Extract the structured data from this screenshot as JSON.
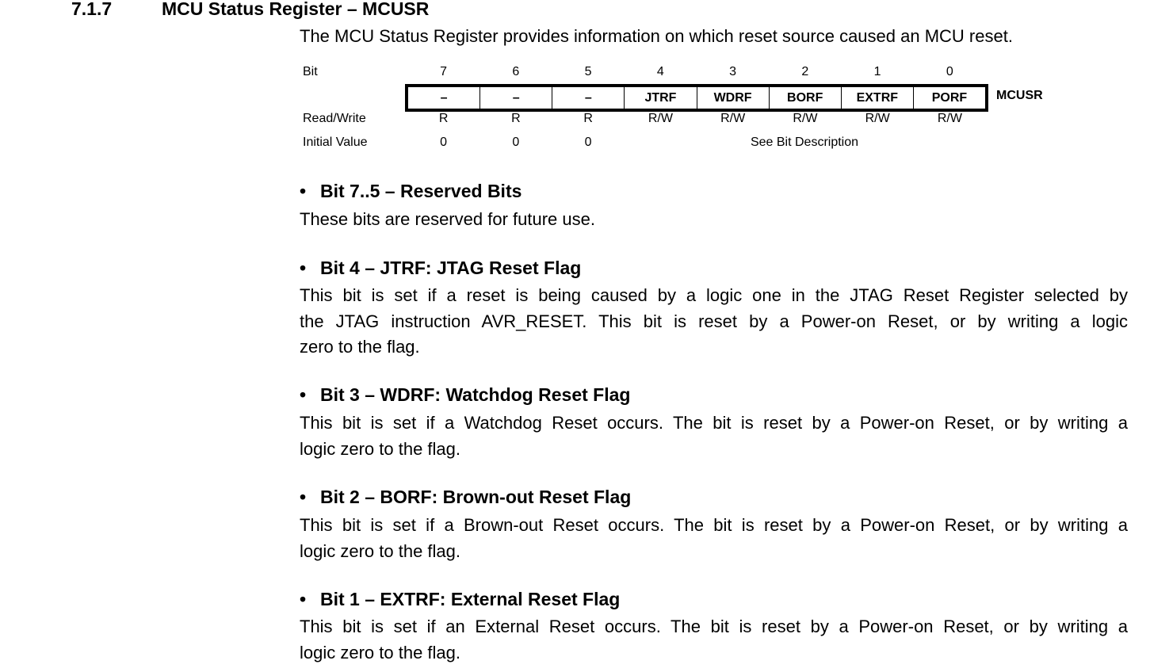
{
  "section": {
    "number": "7.1.7",
    "title": "MCU Status Register – MCUSR"
  },
  "intro": "The MCU Status Register provides information on which reset source caused an MCU reset.",
  "register": {
    "labels": {
      "bit": "Bit",
      "read_write": "Read/Write",
      "initial_value": "Initial Value"
    },
    "name": "MCUSR",
    "bit_numbers": [
      "7",
      "6",
      "5",
      "4",
      "3",
      "2",
      "1",
      "0"
    ],
    "bit_names": [
      "–",
      "–",
      "–",
      "JTRF",
      "WDRF",
      "BORF",
      "EXTRF",
      "PORF"
    ],
    "access": [
      "R",
      "R",
      "R",
      "R/W",
      "R/W",
      "R/W",
      "R/W",
      "R/W"
    ],
    "initial_values": [
      "0",
      "0",
      "0"
    ],
    "see_description": "See Bit Description"
  },
  "bullet": "•",
  "bits": [
    {
      "heading": "Bit 7..5 – Reserved Bits",
      "lines": [
        "These bits are reserved for future use."
      ]
    },
    {
      "heading": "Bit 4 – JTRF: JTAG Reset Flag",
      "lines": [
        "This bit is set if a reset is being caused by a logic one in the JTAG Reset Register selected by",
        "the JTAG instruction AVR_RESET. This bit is reset by a Power-on Reset, or by writing a logic",
        "zero to the flag."
      ]
    },
    {
      "heading": "Bit 3 – WDRF: Watchdog Reset Flag",
      "lines": [
        "This bit is set if a Watchdog Reset occurs. The bit is reset by a Power-on Reset, or by writing a",
        "logic zero to the flag."
      ]
    },
    {
      "heading": "Bit 2 – BORF: Brown-out Reset Flag",
      "lines": [
        "This bit is set if a Brown-out Reset occurs. The bit is reset by a Power-on Reset, or by writing a",
        "logic zero to the flag."
      ]
    },
    {
      "heading": "Bit 1 – EXTRF: External Reset Flag",
      "lines": [
        "This bit is set if an External Reset occurs. The bit is reset by a Power-on Reset, or by writing a",
        "logic zero to the flag."
      ]
    }
  ]
}
